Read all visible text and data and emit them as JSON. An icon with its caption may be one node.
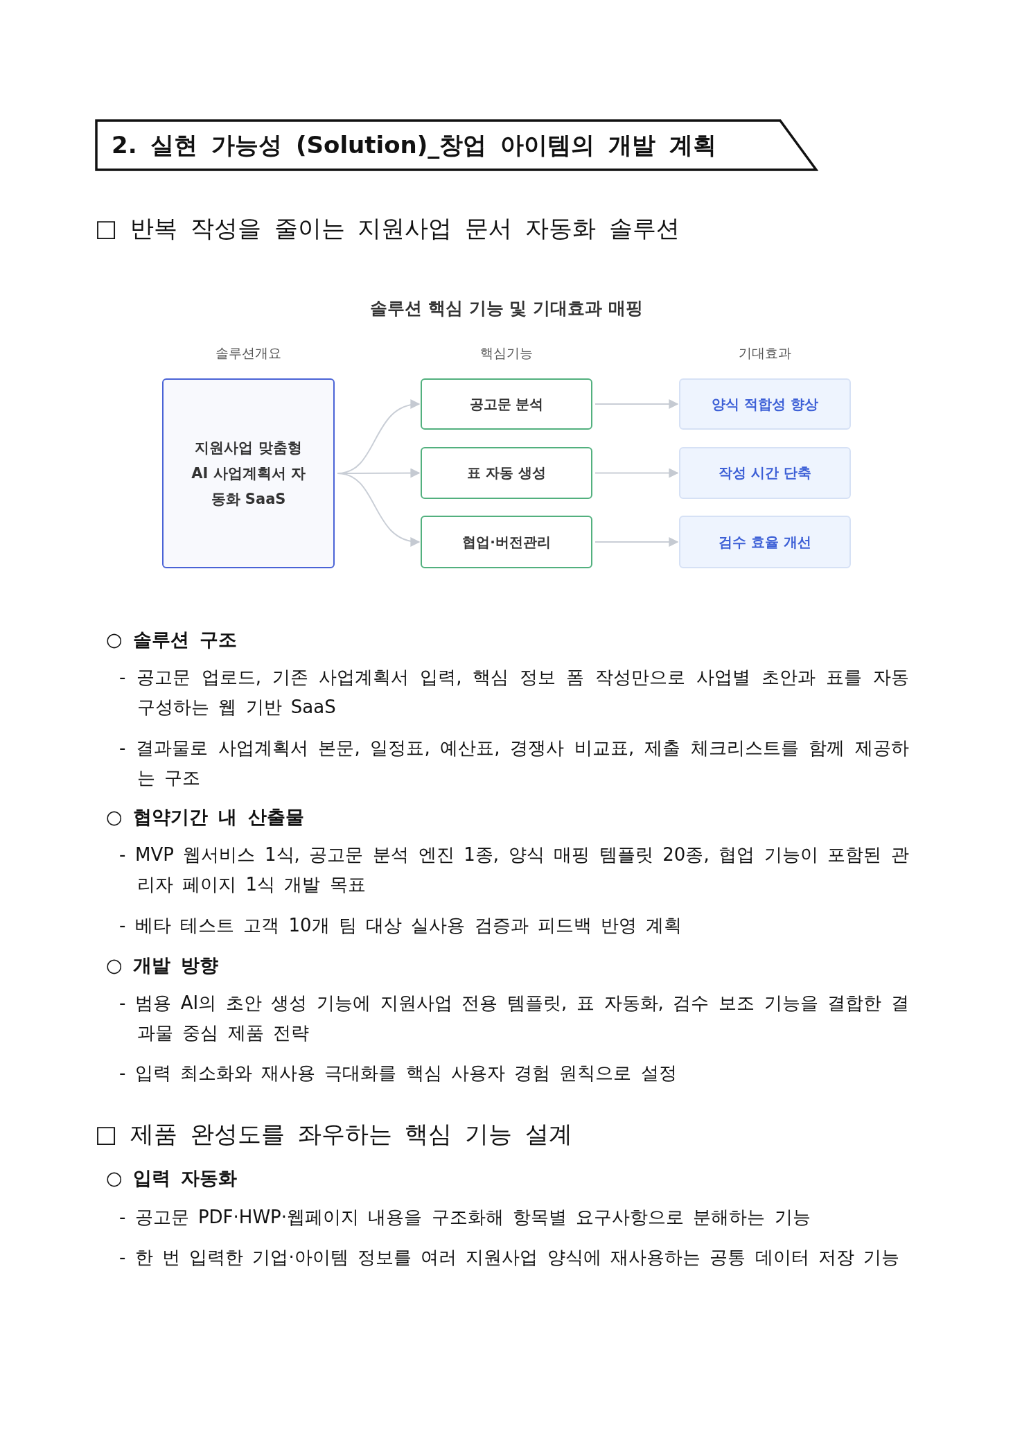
{
  "diagram": {
    "title": "솔루션 핵심 기능 및 기대효과 매핑",
    "nodes": [
      {
        "text": [
          "2. 실현 가능성 (Solution)_창업 아이템의 개발 계획"
        ]
      },
      {
        "text": [
          "지원사업 맞춤형 AI 사업계획서 자동화 SaaS"
        ]
      },
      {
        "text": [
          "공고문 분석"
        ]
      },
      {
        "text": [
          "표 자동 생성"
        ]
      },
      {
        "text": [
          "협업·버전관리"
        ]
      },
      {
        "text": [
          "양식 적합성 향상"
        ]
      },
      {
        "text": [
          "작성 시간 단축"
        ]
      },
      {
        "text": [
          "검수 효율 개선"
        ]
      }
    ],
    "edges": [
      {
        "from": 1,
        "to": 2,
        "arrow": "to"
      },
      {
        "from": 1,
        "to": 3,
        "arrow": "to"
      },
      {
        "from": 1,
        "to": 4,
        "arrow": "to"
      },
      {
        "from": 2,
        "to": 5,
        "arrow": "to"
      },
      {
        "from": 3,
        "to": 6,
        "arrow": "to"
      },
      {
        "from": 4,
        "to": 7,
        "arrow": "to"
      }
    ],
    "labels": [
      "□ 반복 작성을 줄이는 지원사업 문서 자동화 솔루션",
      "솔루션개요",
      "핵심기능",
      "기대효과",
      "○ 솔루션 구조",
      "- 공고문 업로드, 기존 사업계획서 입력, 핵심 정보 폼 작성만으로 사업별 초안과 표를 자동 구성하는 웹 기반 SaaS",
      "- 결과물로 사업계획서 본문, 일정표, 예산표, 경쟁사 비교표, 제출 체크리스트를 함께 제공하는 구조",
      "○ 협약기간 내 산출물",
      "- MVP 웹서비스 1식, 공고문 분석 엔진 1종, 양식 매핑 템플릿 20종, 협업 기능이 포함된 관리자 페이지 1식 개발 목표",
      "- 베타 테스트 고객 10개 팀 대상 실사용 검증과 피드백 반영 계획",
      "○ 개발 방향",
      "- 범용 AI의 초안 생성 기능에 지원사업 전용 템플릿, 표 자동화, 검수 보조 기능을 결합한 결과물 중심 제품 전략",
      "- 입력 최소화와 재사용 극대화를 핵심 사용자 경험 원칙으로 설정",
      "□ 제품 완성도를 좌우하는 핵심 기능 설계",
      "○ 입력 자동화",
      "- 공고문 PDF·HWP·웹페이지 내용을 구조화해 항목별 요구사항으로 분해하는 기능",
      "- 한 번 입력한 기업·아이템 정보를 여러 지원사업 양식에 재사용하는 공통 데이터 저장 기능"
    ]
  }
}
